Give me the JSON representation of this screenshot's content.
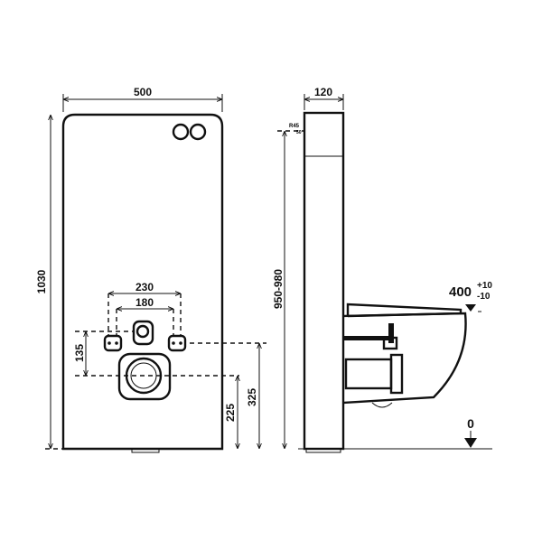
{
  "front_view": {
    "width_label": "500",
    "height_label": "1030",
    "plate_outer_label": "230",
    "plate_inner_label": "180",
    "offset_label": "135",
    "outlet_height_label": "225",
    "fixing_height_label": "325"
  },
  "side_view": {
    "depth_label": "120",
    "radius_label": "R45",
    "small_label": "50",
    "height_range_label": "950-980",
    "seat_height_label": "400",
    "tolerance_plus": "+10",
    "tolerance_minus": "-10",
    "floor_label": "0"
  }
}
